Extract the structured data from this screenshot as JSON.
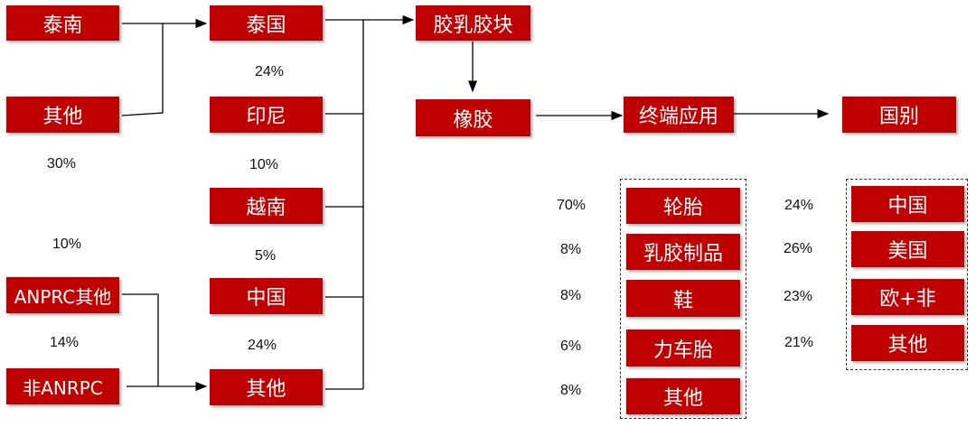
{
  "colors": {
    "box": "#c00000",
    "line": "#000000"
  },
  "sources": {
    "taiguo_south": "泰南",
    "other_top": "其他",
    "anrpc_other": "ANPRC其他",
    "non_anrpc": "非ANRPC"
  },
  "source_pcts": [
    "30%",
    "10%",
    "14%"
  ],
  "countries": [
    "泰国",
    "印尼",
    "越南",
    "中国",
    "其他"
  ],
  "country_pcts": [
    "24%",
    "10%",
    "5%",
    "24%"
  ],
  "products": {
    "latex_block": "胶乳胶块",
    "rubber": "橡胶",
    "end_use": "终端应用",
    "region": "国别"
  },
  "end_uses": [
    {
      "label": "轮胎",
      "pct": "70%"
    },
    {
      "label": "乳胶制品",
      "pct": "8%"
    },
    {
      "label": "鞋",
      "pct": "8%"
    },
    {
      "label": "力车胎",
      "pct": "6%"
    },
    {
      "label": "其他",
      "pct": "8%"
    }
  ],
  "regions": [
    {
      "label": "中国",
      "pct": "24%"
    },
    {
      "label": "美国",
      "pct": "26%"
    },
    {
      "label": "欧+非",
      "pct": "23%"
    },
    {
      "label": "其他",
      "pct": "21%"
    }
  ]
}
